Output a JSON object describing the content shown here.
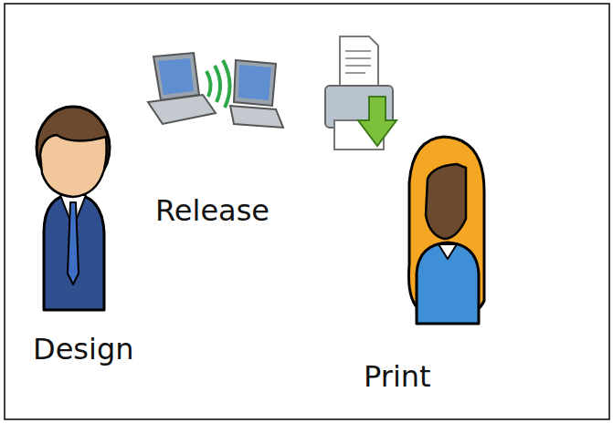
{
  "diagram": {
    "labels": [
      "Release",
      "Design",
      "Print"
    ]
  }
}
